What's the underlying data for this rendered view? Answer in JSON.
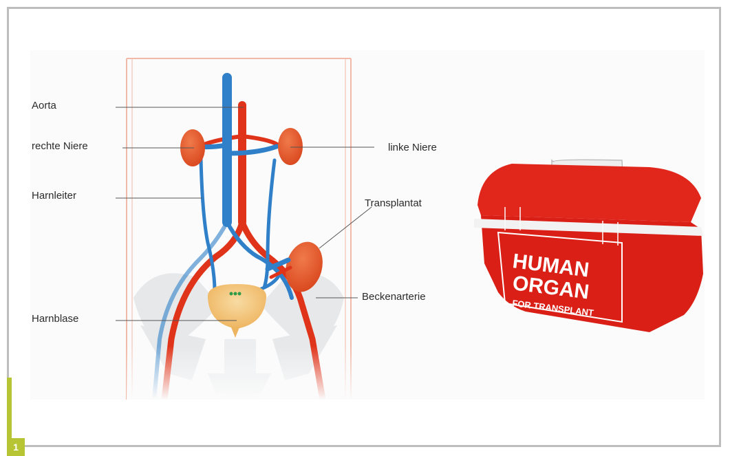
{
  "figure_number": "1",
  "labels": {
    "aorta": "Aorta",
    "right_kidney": "rechte Niere",
    "left_kidney": "linke Niere",
    "ureter": "Harnleiter",
    "transplant": "Transplantat",
    "pelvic_artery": "Beckenarterie",
    "bladder": "Harnblase"
  },
  "box": {
    "line1": "HUMAN",
    "line2": "ORGAN",
    "line3": "FOR TRANSPLANT"
  },
  "colors": {
    "artery": "#e0341a",
    "vein": "#2f80c8",
    "kidney": "#e8592b",
    "bladder": "#f3c57a",
    "box": "#e1261c",
    "accent": "#b7c534"
  }
}
